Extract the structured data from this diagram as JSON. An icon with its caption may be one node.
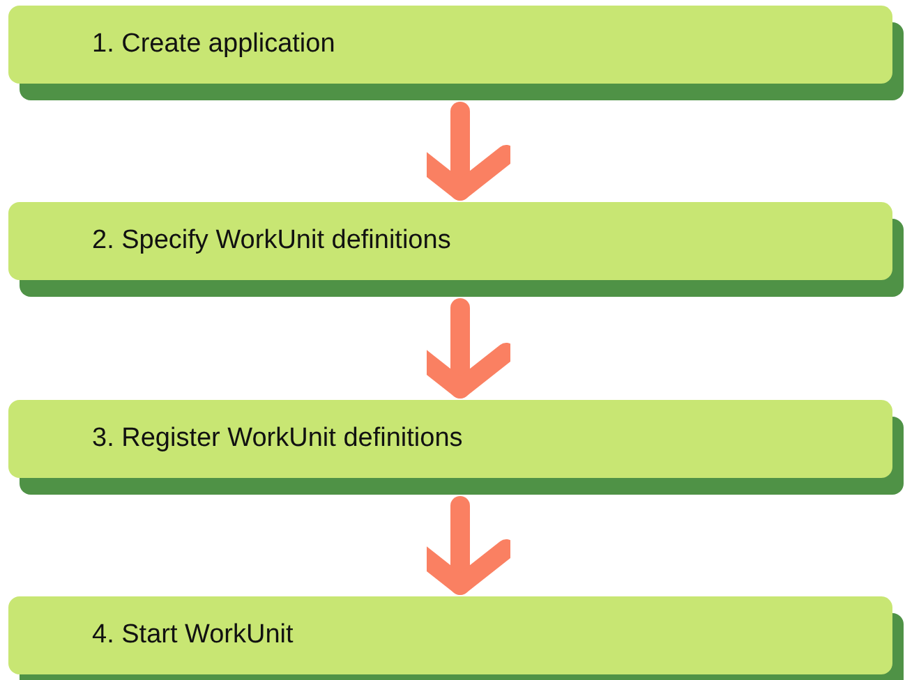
{
  "diagram": {
    "nodes": [
      {
        "text": [
          "1. Create application"
        ]
      },
      {
        "text": [
          "2. Specify WorkUnit definitions"
        ]
      },
      {
        "text": [
          "3. Register WorkUnit definitions"
        ]
      },
      {
        "text": [
          "4. Start WorkUnit"
        ]
      }
    ],
    "edges": [
      {
        "from": 0,
        "to": 1,
        "arrow": "to"
      },
      {
        "from": 1,
        "to": 2,
        "arrow": "to"
      },
      {
        "from": 2,
        "to": 3,
        "arrow": "to"
      }
    ]
  }
}
